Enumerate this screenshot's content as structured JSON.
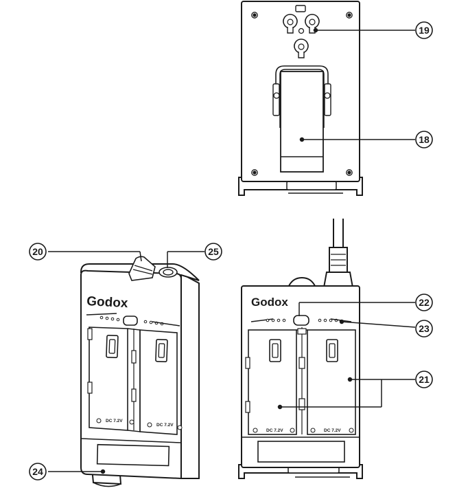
{
  "brand": "Godox",
  "voltage_label": "DC 7.2V",
  "callouts": [
    "18",
    "19",
    "20",
    "21",
    "22",
    "23",
    "24",
    "25"
  ],
  "colors": {
    "line": "#1a1a1a",
    "fill": "#ffffff",
    "shade": "#f4f4f4"
  }
}
